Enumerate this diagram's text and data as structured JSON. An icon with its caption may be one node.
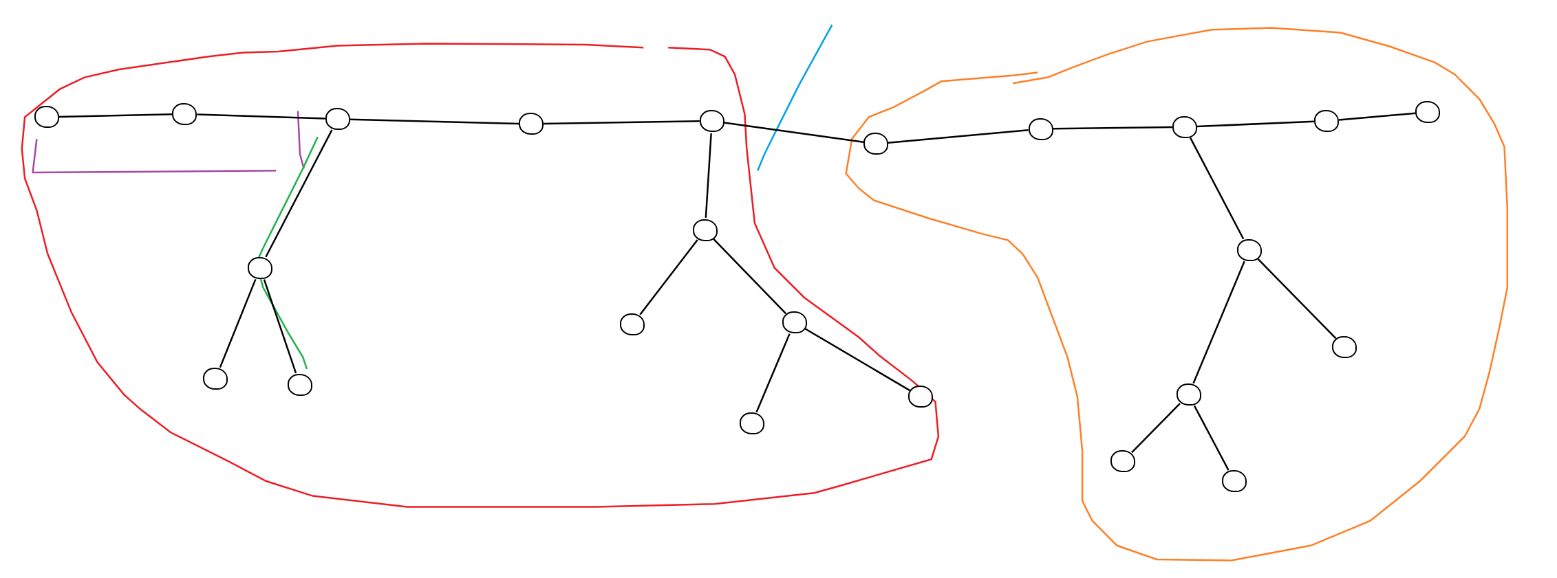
{
  "diagram": {
    "nodes": [
      {
        "text": [],
        "shape": "circle"
      },
      {
        "text": [],
        "shape": "circle"
      },
      {
        "text": [],
        "shape": "circle"
      },
      {
        "text": [],
        "shape": "circle"
      },
      {
        "text": [],
        "shape": "circle"
      },
      {
        "text": [],
        "shape": "circle"
      },
      {
        "text": [],
        "shape": "circle"
      },
      {
        "text": [],
        "shape": "circle"
      },
      {
        "text": [],
        "shape": "circle"
      },
      {
        "text": [],
        "shape": "circle"
      },
      {
        "text": [],
        "shape": "circle"
      },
      {
        "text": [],
        "shape": "circle"
      },
      {
        "text": [],
        "shape": "circle"
      },
      {
        "text": [],
        "shape": "circle"
      },
      {
        "text": [],
        "shape": "circle"
      },
      {
        "text": [],
        "shape": "circle"
      },
      {
        "text": [],
        "shape": "circle"
      },
      {
        "text": [],
        "shape": "circle"
      },
      {
        "text": [],
        "shape": "circle"
      },
      {
        "text": [],
        "shape": "circle"
      },
      {
        "text": [],
        "shape": "circle"
      },
      {
        "text": [],
        "shape": "circle"
      },
      {
        "text": [],
        "shape": "circle"
      }
    ],
    "edges": [
      {
        "from": 0,
        "to": 1,
        "arrow": "none"
      },
      {
        "from": 1,
        "to": 2,
        "arrow": "none"
      },
      {
        "from": 2,
        "to": 3,
        "arrow": "none"
      },
      {
        "from": 3,
        "to": 4,
        "arrow": "none"
      },
      {
        "from": 4,
        "to": 5,
        "arrow": "none"
      },
      {
        "from": 5,
        "to": 6,
        "arrow": "none"
      },
      {
        "from": 6,
        "to": 7,
        "arrow": "none"
      },
      {
        "from": 7,
        "to": 8,
        "arrow": "none"
      },
      {
        "from": 8,
        "to": 9,
        "arrow": "none"
      },
      {
        "from": 2,
        "to": 10,
        "arrow": "none"
      },
      {
        "from": 10,
        "to": 11,
        "arrow": "none"
      },
      {
        "from": 10,
        "to": 12,
        "arrow": "none"
      },
      {
        "from": 4,
        "to": 13,
        "arrow": "none"
      },
      {
        "from": 13,
        "to": 14,
        "arrow": "none"
      },
      {
        "from": 13,
        "to": 15,
        "arrow": "none"
      },
      {
        "from": 15,
        "to": 16,
        "arrow": "none"
      },
      {
        "from": 15,
        "to": 17,
        "arrow": "none"
      },
      {
        "from": 7,
        "to": 18,
        "arrow": "none"
      },
      {
        "from": 18,
        "to": 19,
        "arrow": "none"
      },
      {
        "from": 18,
        "to": 20,
        "arrow": "none"
      },
      {
        "from": 20,
        "to": 21,
        "arrow": "none"
      },
      {
        "from": 20,
        "to": 22,
        "arrow": "none"
      }
    ]
  }
}
